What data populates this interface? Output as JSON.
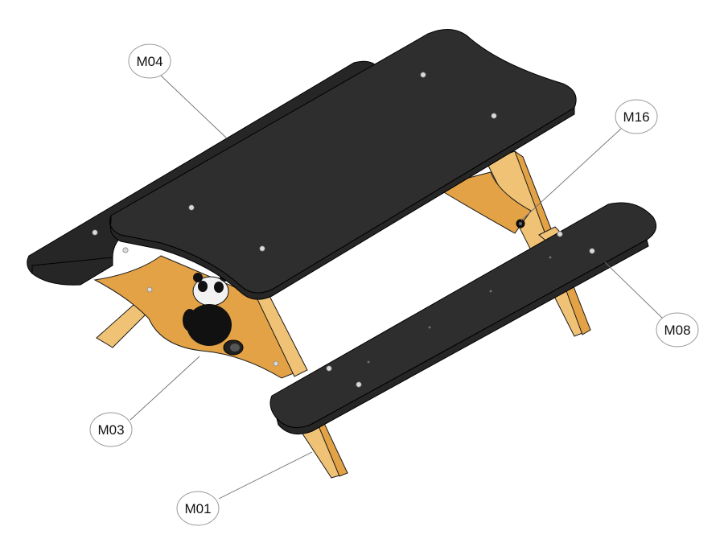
{
  "diagram": {
    "callouts": [
      {
        "id": "m04",
        "label": "M04"
      },
      {
        "id": "m16",
        "label": "M16"
      },
      {
        "id": "m08",
        "label": "M08"
      },
      {
        "id": "m03",
        "label": "M03"
      },
      {
        "id": "m01",
        "label": "M01"
      }
    ],
    "colors": {
      "wood": "#e2a245",
      "panel": "#262626",
      "bolt": "#d9d9d9"
    },
    "decal": "panda-decal"
  }
}
